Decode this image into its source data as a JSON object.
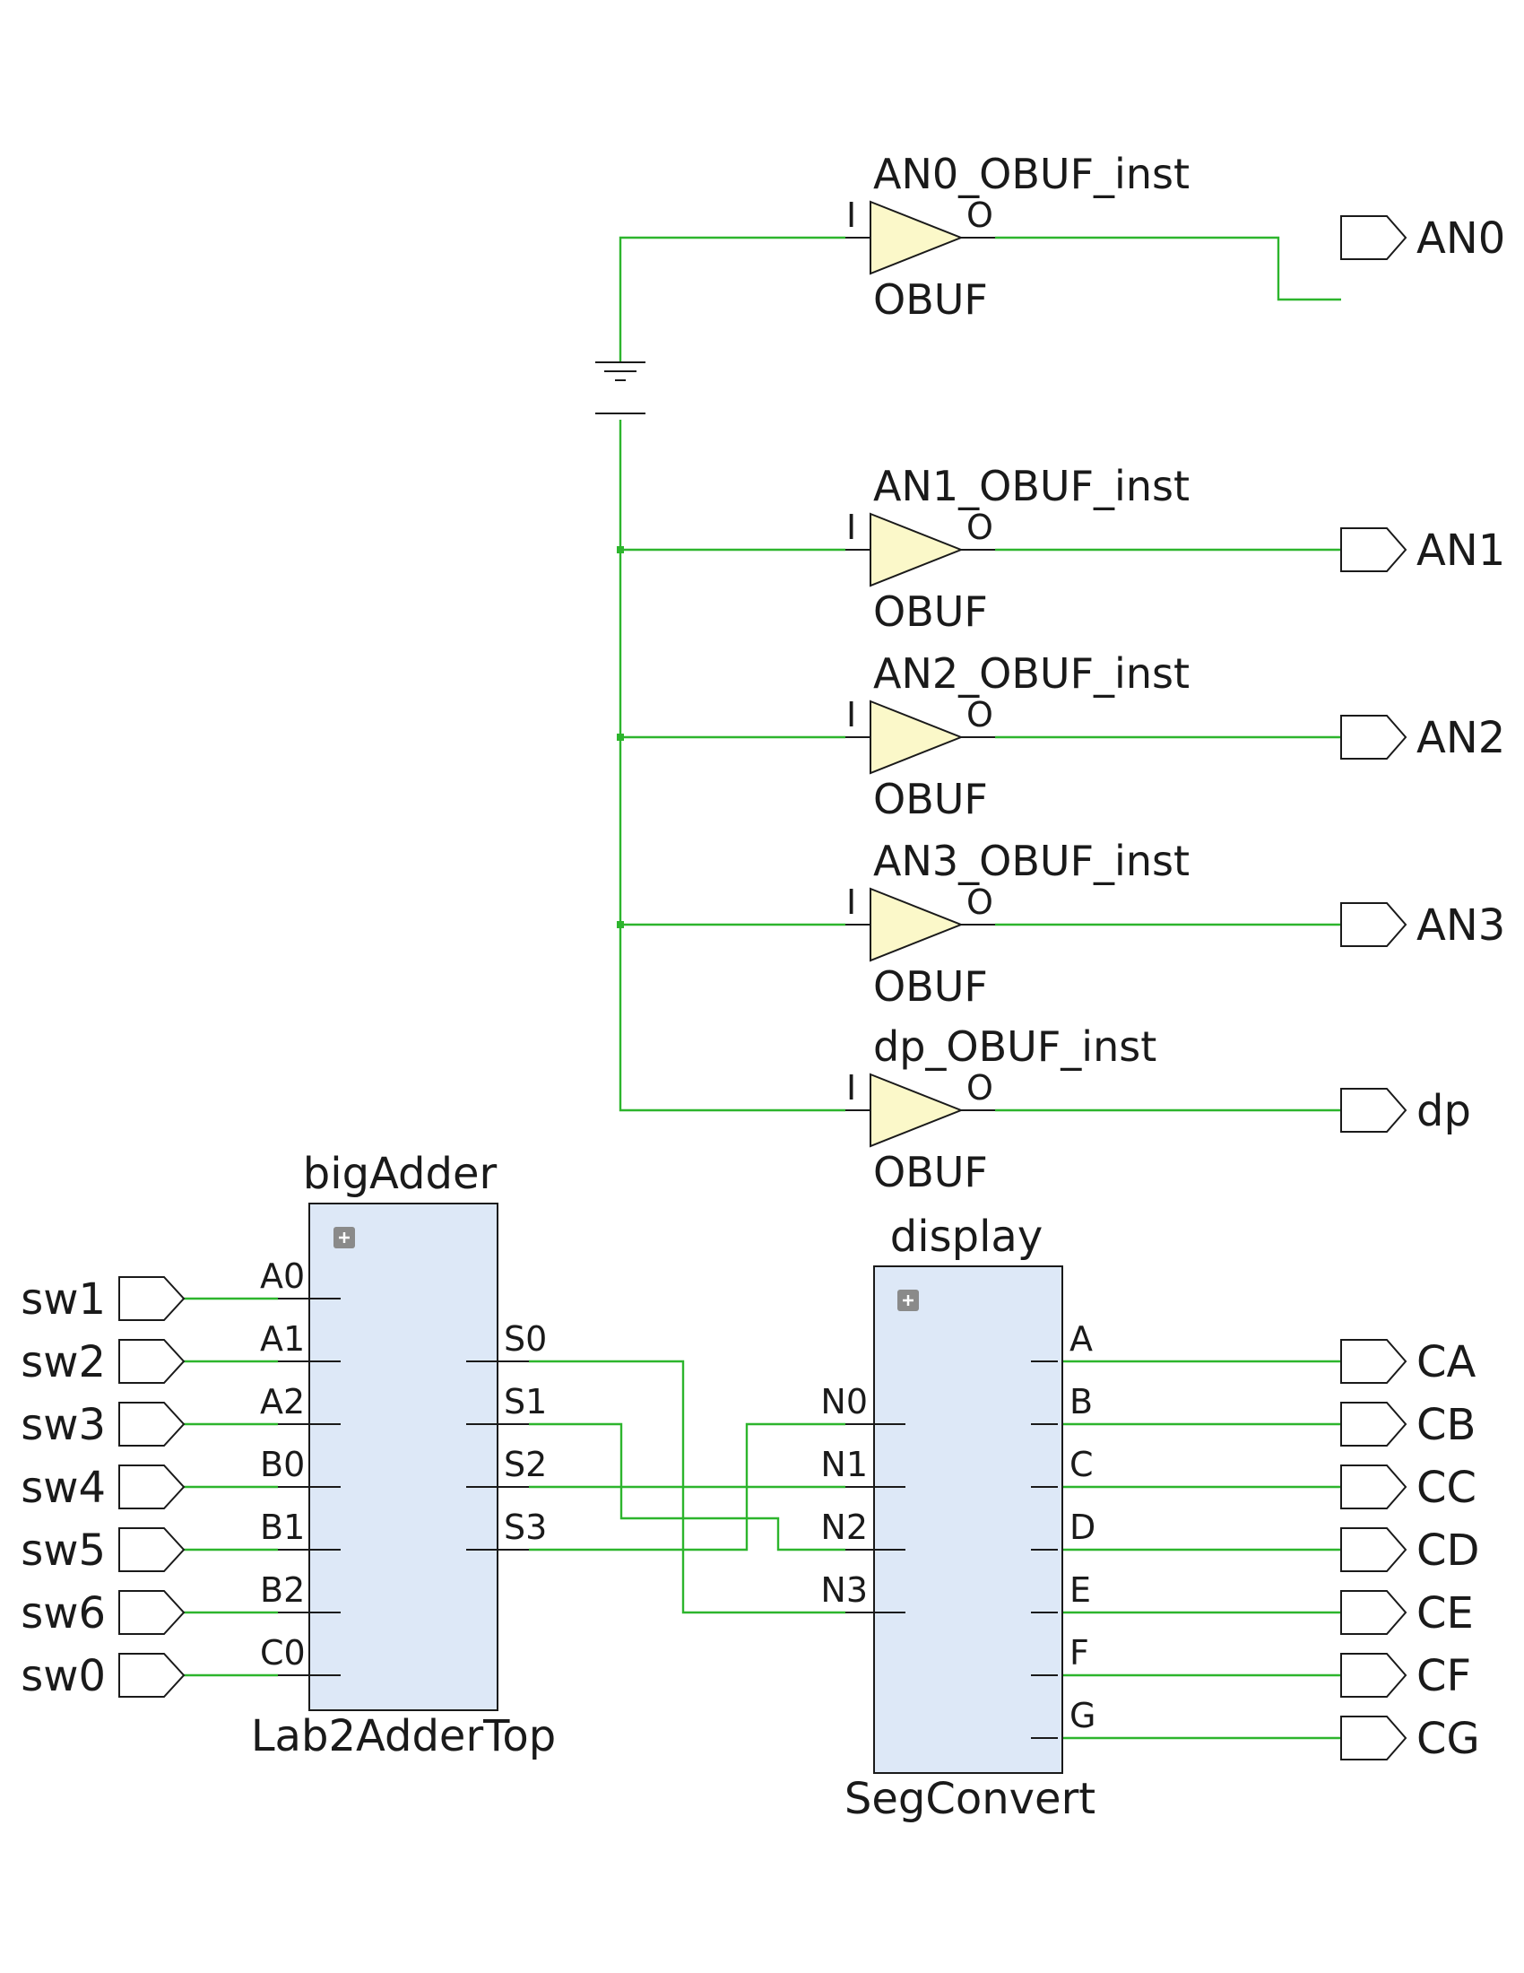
{
  "colors": {
    "wire": "#2db52d",
    "buffer_fill": "#fbf8c9",
    "block_fill": "#dde8f7",
    "outline": "#1a1a1a",
    "background": "#ffffff"
  },
  "buffers": [
    {
      "instance": "AN0_OBUF_inst",
      "type": "OBUF",
      "in_pin": "I",
      "out_pin": "O",
      "output_port": "AN0"
    },
    {
      "instance": "AN1_OBUF_inst",
      "type": "OBUF",
      "in_pin": "I",
      "out_pin": "O",
      "output_port": "AN1"
    },
    {
      "instance": "AN2_OBUF_inst",
      "type": "OBUF",
      "in_pin": "I",
      "out_pin": "O",
      "output_port": "AN2"
    },
    {
      "instance": "AN3_OBUF_inst",
      "type": "OBUF",
      "in_pin": "I",
      "out_pin": "O",
      "output_port": "AN3"
    },
    {
      "instance": "dp_OBUF_inst",
      "type": "OBUF",
      "in_pin": "I",
      "out_pin": "O",
      "output_port": "dp"
    }
  ],
  "adder": {
    "instance": "bigAdder",
    "module": "Lab2AdderTop",
    "inputs": [
      "A0",
      "A1",
      "A2",
      "B0",
      "B1",
      "B2",
      "C0"
    ],
    "outputs": [
      "S0",
      "S1",
      "S2",
      "S3"
    ],
    "input_ports": [
      "sw1",
      "sw2",
      "sw3",
      "sw4",
      "sw5",
      "sw6",
      "sw0"
    ]
  },
  "display": {
    "instance": "display",
    "module": "SegConvert",
    "inputs": [
      "N0",
      "N1",
      "N2",
      "N3"
    ],
    "outputs": [
      "A",
      "B",
      "C",
      "D",
      "E",
      "F",
      "G"
    ],
    "output_ports": [
      "CA",
      "CB",
      "CC",
      "CD",
      "CE",
      "CF",
      "CG"
    ]
  },
  "icons": {
    "expand": "plus-box-icon",
    "ground": "ground-icon"
  }
}
